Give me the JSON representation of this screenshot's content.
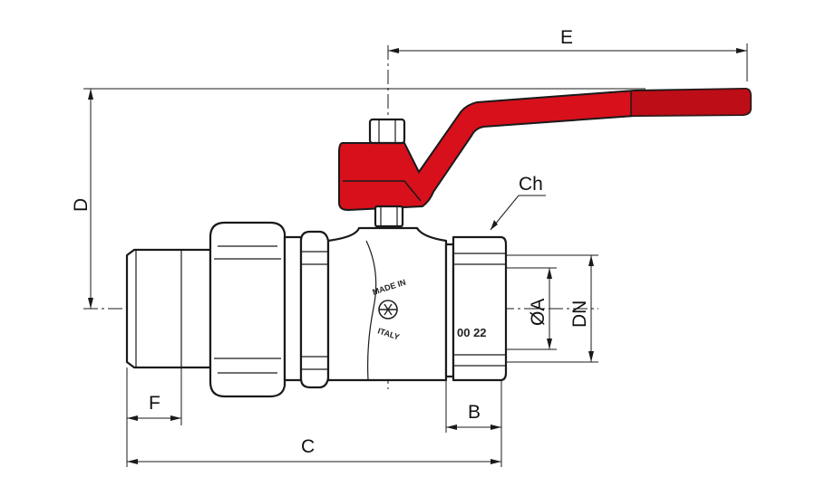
{
  "labels": {
    "E": "E",
    "D": "D",
    "Ch": "Ch",
    "OA": "ØA",
    "DN": "DN",
    "F": "F",
    "B": "B",
    "C": "C"
  },
  "markings": {
    "made_in": "MADE IN",
    "italy": "ITALY",
    "code": "00 22"
  },
  "colors": {
    "handle": "#d7101c",
    "handle_shadow": "#a80b14",
    "outline": "#1a1a1a"
  }
}
